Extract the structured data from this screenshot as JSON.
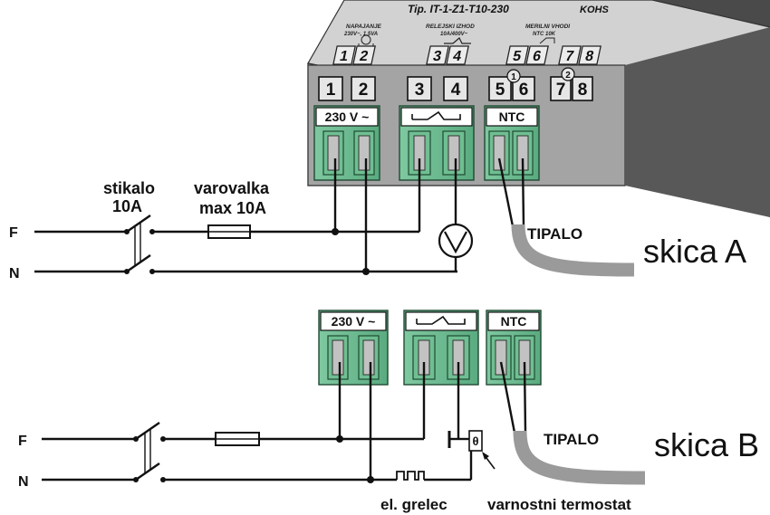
{
  "device": {
    "top_label": "Tip. IT-1-Z1-T10-230",
    "top_label_right": "KOHS",
    "label_power": "NAPAJANJE",
    "label_power_spec": "230V~, 1.5VA",
    "label_relay": "RELEJSKI IZHOD",
    "label_relay_spec": "10A/400V~",
    "label_inputs": "MERILNI VHODI",
    "label_inputs_spec": "NTC 10K",
    "upper_terminals": [
      "1",
      "2",
      "3",
      "4",
      "5",
      "6",
      "7",
      "8"
    ],
    "circle_1": "1",
    "circle_2": "2",
    "terminal_numbers": [
      "1",
      "2",
      "3",
      "4",
      "5",
      "6",
      "7",
      "8"
    ]
  },
  "sketch_a": {
    "terminal_power_label": "230 V ~",
    "terminal_ntc_label": "NTC",
    "switch_label_line1": "stikalo",
    "switch_label_line2": "10A",
    "fuse_label_line1": "varovalka",
    "fuse_label_line2": "max 10A",
    "phase_label": "F",
    "neutral_label": "N",
    "sensor_label": "TIPALO",
    "title": "skica A"
  },
  "sketch_b": {
    "terminal_power_label": "230 V ~",
    "terminal_ntc_label": "NTC",
    "phase_label": "F",
    "neutral_label": "N",
    "sensor_label": "TIPALO",
    "heater_label": "el. grelec",
    "safety_thermostat_label": "varnostni termostat",
    "thermostat_symbol": "θ",
    "title": "skica B"
  }
}
